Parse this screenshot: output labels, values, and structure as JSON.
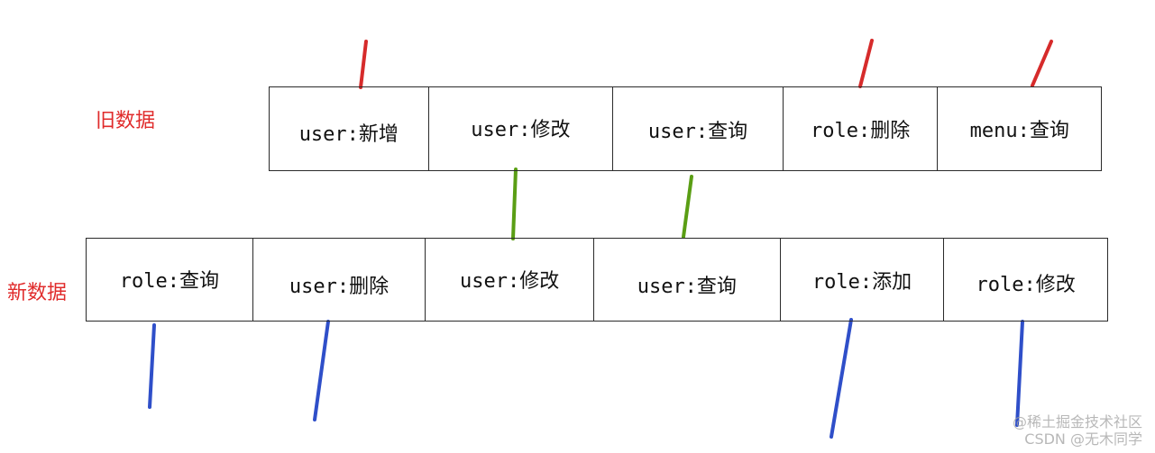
{
  "colors": {
    "removed_mark": "#d62b2b",
    "kept_mark": "#5a9e14",
    "added_mark": "#2f4fc9",
    "label": "#e02b2b",
    "border": "#2a2a2a"
  },
  "old_row": {
    "label": "旧数据",
    "cells": [
      "user:新增",
      "user:修改",
      "user:查询",
      "role:删除",
      "menu:查询"
    ]
  },
  "new_row": {
    "label": "新数据",
    "cells": [
      "role:查询",
      "user:删除",
      "user:修改",
      "user:查询",
      "role:添加",
      "role:修改"
    ]
  },
  "watermark": {
    "line1": "@稀土掘金技术社区",
    "line2": "CSDN @无木同学"
  }
}
